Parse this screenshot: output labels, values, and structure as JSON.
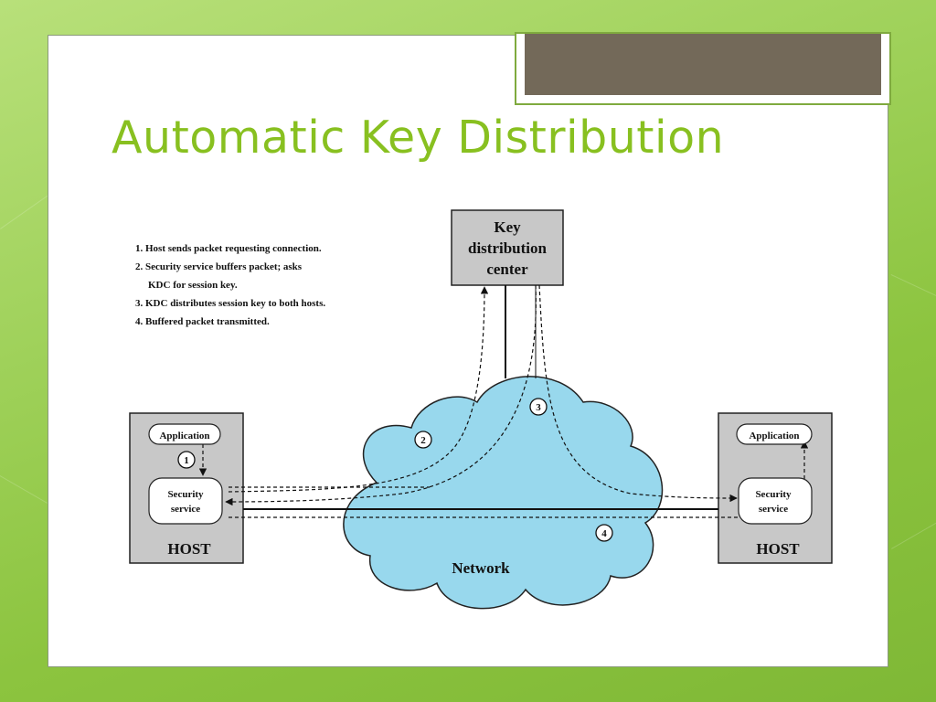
{
  "slide": {
    "title": "Automatic Key Distribution"
  },
  "diagram": {
    "steps": [
      "1. Host sends packet requesting connection.",
      "2. Security service buffers packet; asks",
      "KDC for session key.",
      "3. KDC distributes session key to both hosts.",
      "4. Buffered packet transmitted."
    ],
    "kdc": {
      "line1": "Key",
      "line2": "distribution",
      "line3": "center"
    },
    "left_host": {
      "application": "Application",
      "security_line1": "Security",
      "security_line2": "service",
      "label": "HOST"
    },
    "right_host": {
      "application": "Application",
      "security_line1": "Security",
      "security_line2": "service",
      "label": "HOST"
    },
    "network": "Network",
    "markers": [
      "1",
      "2",
      "3",
      "4"
    ]
  },
  "colors": {
    "title": "#88c020",
    "cloud_fill": "#98d8ed",
    "box_fill": "#c8c8c8",
    "tab_fill": "#736959"
  }
}
